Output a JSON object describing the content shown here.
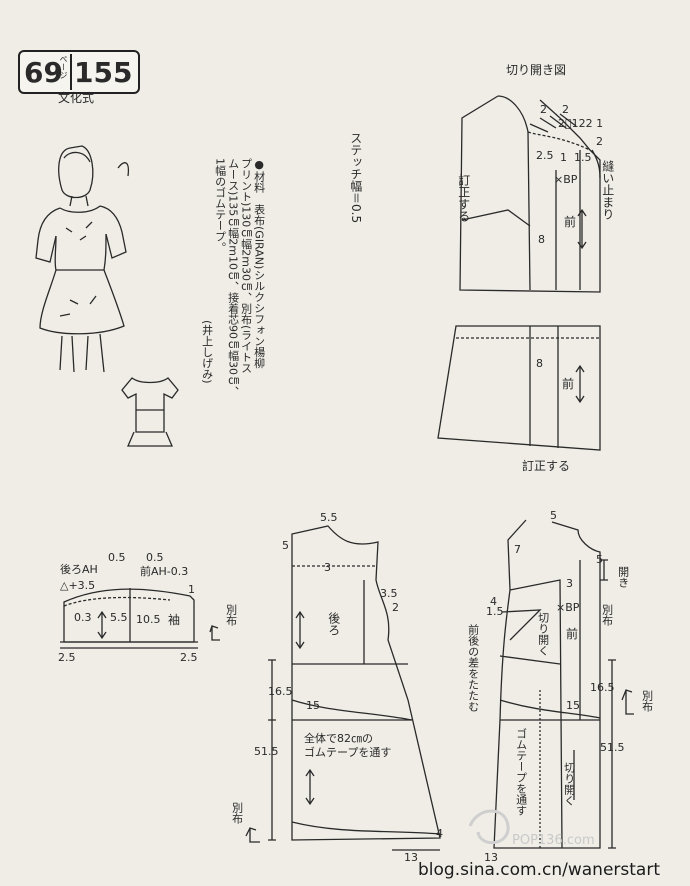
{
  "header": {
    "page_number": "69",
    "page_suffix": "ページ",
    "pattern_number": "155",
    "style": "文化式"
  },
  "materials_text": [
    "●材料　表布(GIRAN)シルクシフォン楊柳",
    "プリント)130㎝幅2m30㎝、別布(ライトス",
    "ムース)135㎝幅2m10㎝、接着芯90㎝幅30㎝、",
    "1幅のゴムテープ。",
    "(井上しげみ)"
  ],
  "stitch_note": "ステッチ幅＝0.5",
  "cut_diagram": {
    "title": "切り開き図",
    "labels": {
      "correct_1": "訂正する",
      "correct_2": "訂正する",
      "stitch_stop": "縫い止まり",
      "bp": "×BP",
      "front_1": "前",
      "front_2": "前",
      "n_eight_1": "8",
      "n_eight_2": "8",
      "n2a": "2",
      "n2b": "2",
      "n_gathers": "2ﾞ122 1",
      "n2c": "2",
      "n25": "2.5",
      "n1": "1",
      "n15": "1.5"
    }
  },
  "sleeve": {
    "back_ah": "後ろAH",
    "back_ah_plus": "△+3.5",
    "n05a": "0.5",
    "n05b": "0.5",
    "front_ah": "前AH-0.3",
    "n1": "1",
    "n03": "0.3",
    "n55": "5.5",
    "n105": "10.5",
    "sleeve_label": "袖",
    "n25a": "2.5",
    "n25b": "2.5",
    "separate_fabric": "別布"
  },
  "back_pattern": {
    "n55": "5.5",
    "n5": "5",
    "n3": "3",
    "n35": "3.5",
    "n2": "2",
    "label": "後ろ",
    "n165": "16.5",
    "n15": "15",
    "elastic": "全体で82㎝の\nゴムテープを通す",
    "n515": "51.5",
    "n4": "4",
    "n13": "13",
    "separate_fabric": "別布"
  },
  "front_pattern": {
    "n5a": "5",
    "n7": "7",
    "n5b": "5",
    "n3": "3",
    "opening": "開き",
    "separate_fabric_1": "別布",
    "n4": "4",
    "n15": "1.5",
    "bp": "×BP",
    "cut_open_1": "切り開く",
    "label": "前",
    "fold": "前後の差をたたむ",
    "n165": "16.5",
    "separate_fabric_2": "別布",
    "n15b": "15",
    "elastic": "ゴムテープを通す",
    "cut_open_2": "切り開く",
    "n515": "51.5",
    "n13": "13"
  },
  "footer": {
    "blog": "blog.sina.com.cn/wanerstart",
    "watermark": "POP136.com"
  }
}
